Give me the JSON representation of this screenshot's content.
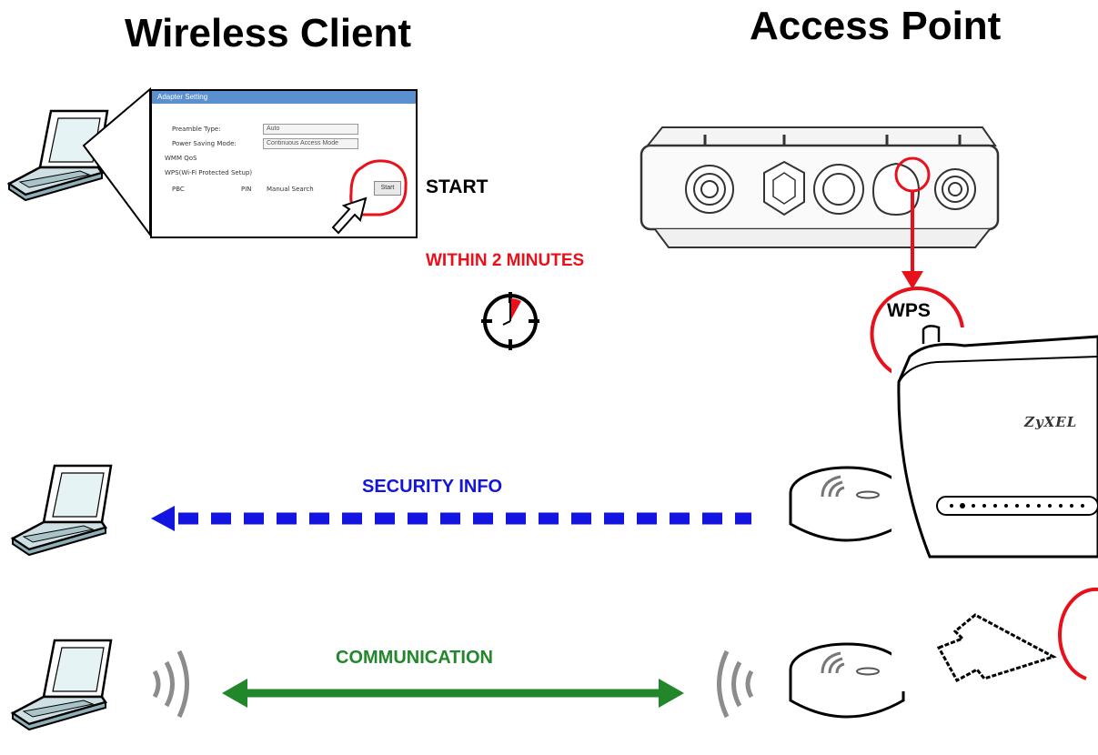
{
  "headings": {
    "left": "Wireless Client",
    "right": "Access Point"
  },
  "labels": {
    "start": "START",
    "time_limit": "WITHIN 2 MINUTES",
    "wps": "WPS",
    "security_info": "SECURITY INFO",
    "communication": "COMMUNICATION",
    "brand": "ZyXEL"
  },
  "mini_dialog": {
    "title": "Adapter Setting",
    "preamble_label": "Preamble Type:",
    "preamble_value": "Auto",
    "power_label": "Power Saving Mode:",
    "power_value": "Continuous Access Mode",
    "wmm_label": "WMM QoS",
    "wps_label": "WPS(Wi-Fi Protected Setup)",
    "pbc_label": "PBC",
    "pin_label": "PIN",
    "manual_label": "Manual Search",
    "start_button": "Start"
  },
  "colors": {
    "red": "#e8101a",
    "blue": "#1414e0",
    "green": "#22862a",
    "black": "#000000"
  }
}
